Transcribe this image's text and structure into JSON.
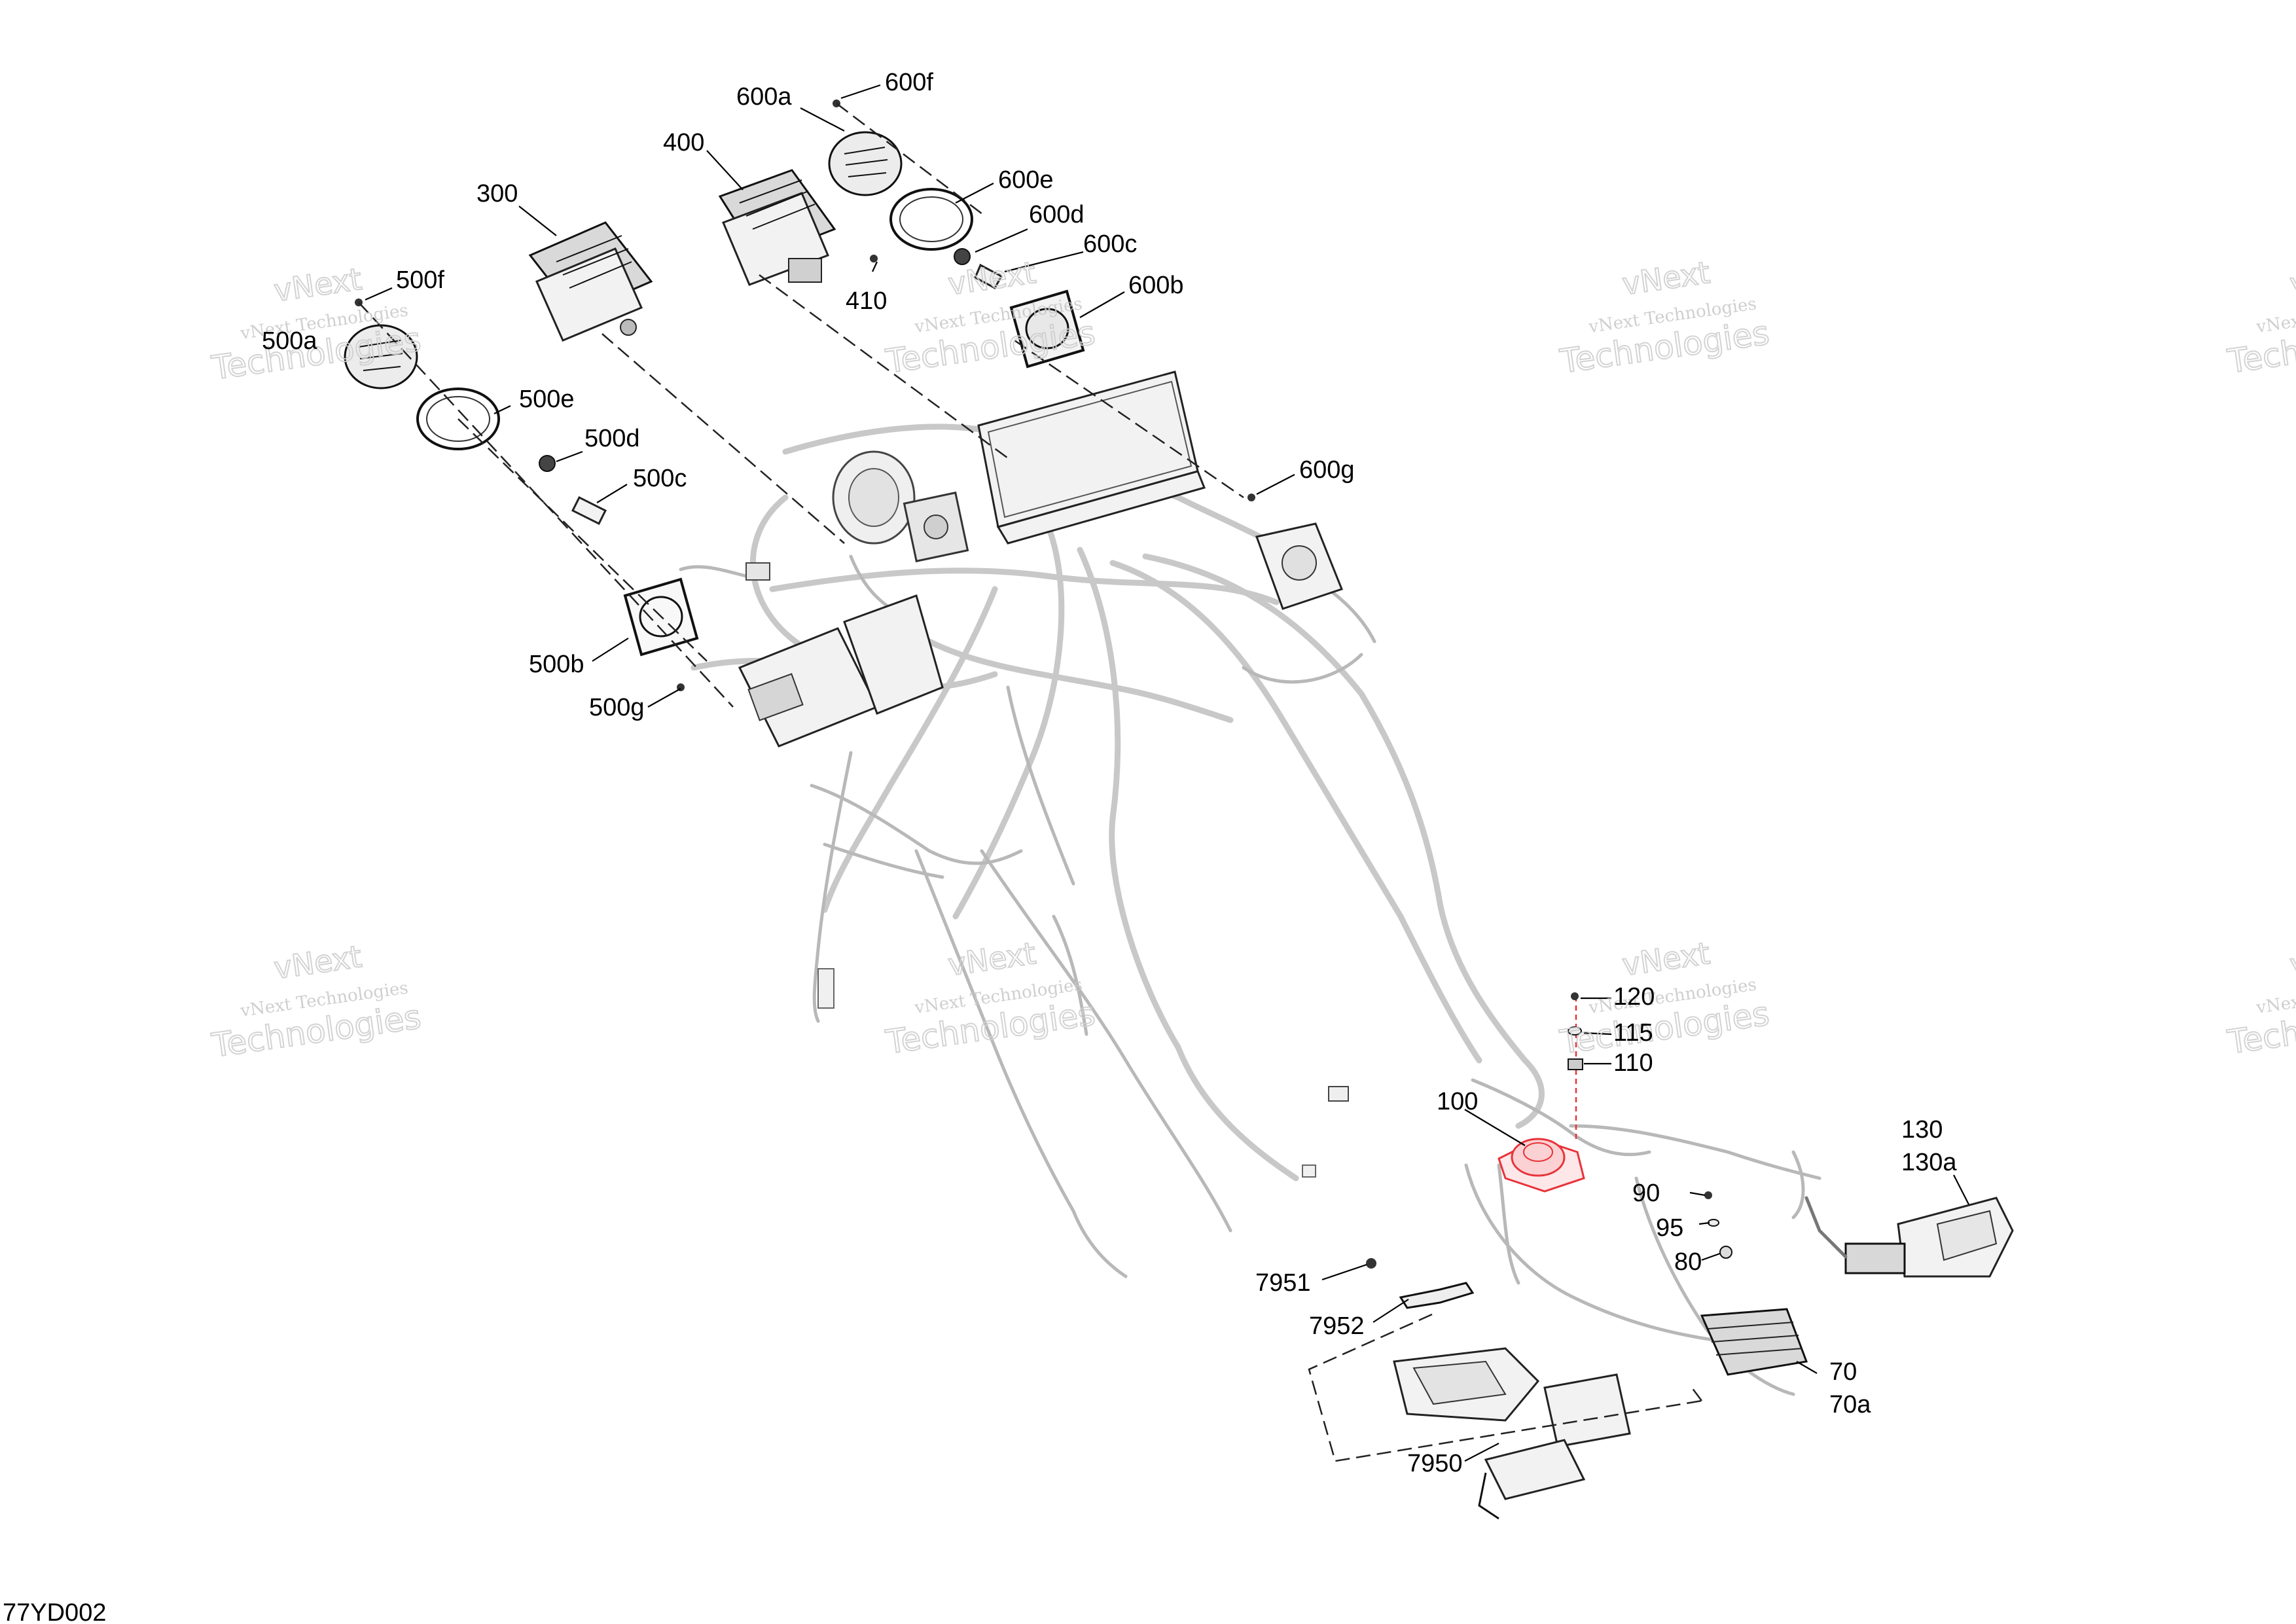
{
  "diagram": {
    "id_label": "77YD002",
    "highlight_color": "#e8333a",
    "callouts": [
      "600a",
      "600f",
      "400",
      "600e",
      "300",
      "600d",
      "600c",
      "410",
      "600b",
      "500f",
      "500a",
      "500e",
      "500d",
      "500c",
      "600g",
      "500b",
      "500g",
      "120",
      "115",
      "110",
      "100",
      "130",
      "130a",
      "90",
      "95",
      "80",
      "7951",
      "7952",
      "70",
      "70a",
      "7950"
    ]
  },
  "watermarks": [
    {
      "line1": "vNext",
      "line2": "vNext Technologies",
      "line3": "Technologies"
    }
  ]
}
